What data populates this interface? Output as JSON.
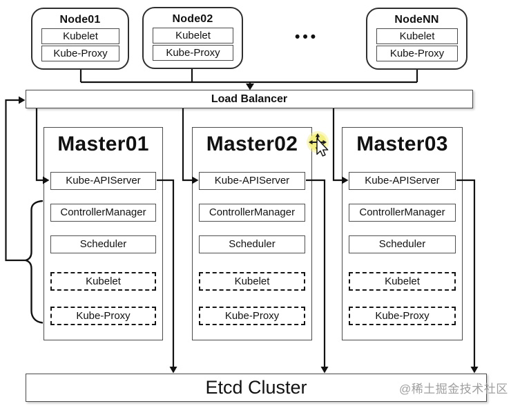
{
  "nodes": [
    {
      "title": "Node01",
      "components": [
        {
          "label": "Kubelet"
        },
        {
          "label": "Kube-Proxy"
        }
      ]
    },
    {
      "title": "Node02",
      "components": [
        {
          "label": "Kubelet"
        },
        {
          "label": "Kube-Proxy"
        }
      ]
    },
    {
      "title": "NodeNN",
      "components": [
        {
          "label": "Kubelet"
        },
        {
          "label": "Kube-Proxy"
        }
      ]
    }
  ],
  "ellipsis": "•••",
  "load_balancer": {
    "label": "Load Balancer"
  },
  "masters": [
    {
      "title": "Master01",
      "components": [
        {
          "label": "Kube-APIServer",
          "border": "solid"
        },
        {
          "label": "ControllerManager",
          "border": "solid"
        },
        {
          "label": "Scheduler",
          "border": "solid"
        },
        {
          "label": "Kubelet",
          "border": "dashed"
        },
        {
          "label": "Kube-Proxy",
          "border": "dashed"
        }
      ]
    },
    {
      "title": "Master02",
      "components": [
        {
          "label": "Kube-APIServer",
          "border": "solid"
        },
        {
          "label": "ControllerManager",
          "border": "solid"
        },
        {
          "label": "Scheduler",
          "border": "solid"
        },
        {
          "label": "Kubelet",
          "border": "dashed"
        },
        {
          "label": "Kube-Proxy",
          "border": "dashed"
        }
      ]
    },
    {
      "title": "Master03",
      "components": [
        {
          "label": "Kube-APIServer",
          "border": "solid"
        },
        {
          "label": "ControllerManager",
          "border": "solid"
        },
        {
          "label": "Scheduler",
          "border": "solid"
        },
        {
          "label": "Kubelet",
          "border": "dashed"
        },
        {
          "label": "Kube-Proxy",
          "border": "dashed"
        }
      ]
    }
  ],
  "etcd": {
    "label": "Etcd Cluster"
  },
  "watermark": "@稀土掘金技术社区",
  "colors": {
    "line": "#111111",
    "box_border": "#4a4a4a",
    "cursor_highlight": "#f3ee7d",
    "watermark": "#9f9f9f"
  }
}
